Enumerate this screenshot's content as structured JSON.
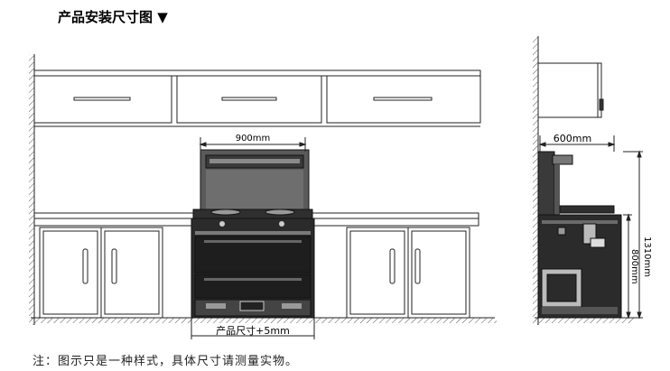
{
  "header": {
    "title": "产品安装尺寸图 ▼"
  },
  "dimensions": {
    "width_front": "900mm",
    "product_size": "产品尺寸+5mm",
    "depth_side": "600mm",
    "height_total": "1310mm",
    "height_counter": "800mm"
  },
  "footer": {
    "note": "注：图示只是一种样式，具体尺寸请测量实物。"
  }
}
